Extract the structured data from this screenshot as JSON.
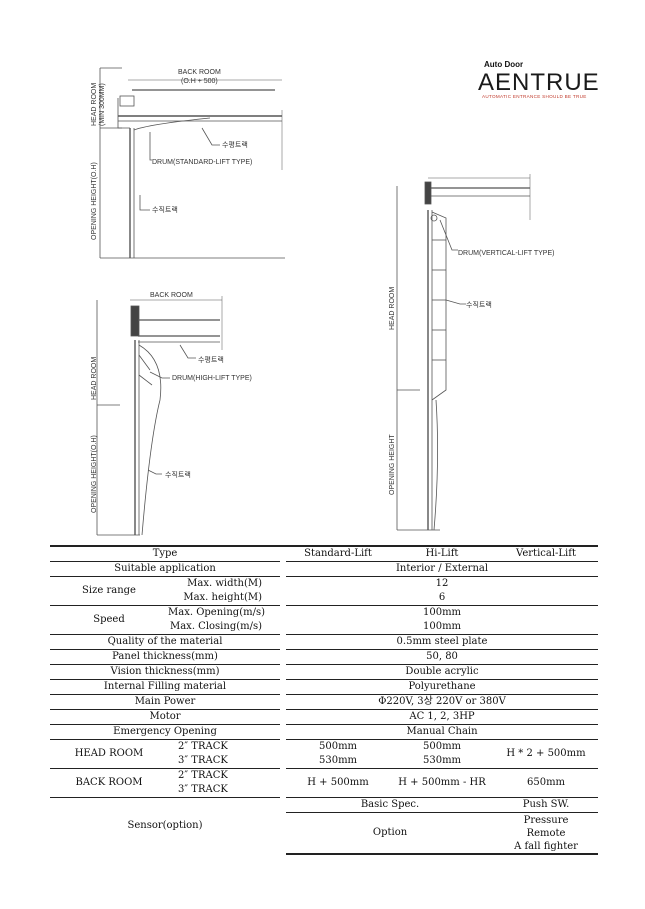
{
  "logo": {
    "tagline": "Auto Door",
    "brand": "AENTRUE",
    "slogan": "AUTOMATIC ENTRANCE SHOULD BE TRUE"
  },
  "drawing_standard": {
    "back_room": "BACK ROOM",
    "back_room_formula": "(O.H + 500)",
    "head_room": "HEAD ROOM",
    "head_room_min": "(MIN 300MM)",
    "horizontal_track": "수평트랙",
    "drum": "DRUM(STANDARD-LIFT TYPE)",
    "opening_height": "OPENING HEIGHT(O.H)",
    "vertical_track": "수직트랙"
  },
  "drawing_high": {
    "back_room": "BACK ROOM",
    "horizontal_track": "수평트랙",
    "drum": "DRUM(HIGH-LIFT TYPE)",
    "head_room": "HEAD ROOM",
    "opening_height": "OPENING HEIGHT(O.H)",
    "vertical_track": "수직트랙"
  },
  "drawing_vertical": {
    "drum": "DRUM(VERTICAL-LIFT TYPE)",
    "vertical_track": "수직트랙",
    "head_room": "HEAD ROOM",
    "opening_height": "OPENING HEIGHT"
  },
  "table": {
    "type_label": "Type",
    "types": [
      "Standard-Lift",
      "Hi-Lift",
      "Vertical-Lift"
    ],
    "suitable_label": "Suitable application",
    "suitable_value": "Interior / External",
    "size_label": "Size range",
    "max_width_label": "Max. width(M)",
    "max_width_value": "12",
    "max_height_label": "Max. height(M)",
    "max_height_value": "6",
    "speed_label": "Speed",
    "opening_label": "Max. Opening(m/s)",
    "opening_value": "100mm",
    "closing_label": "Max. Closing(m/s)",
    "closing_value": "100mm",
    "material_label": "Quality of the material",
    "material_value": "0.5mm steel plate",
    "panel_label": "Panel thickness(mm)",
    "panel_value": "50, 80",
    "vision_label": "Vision thickness(mm)",
    "vision_value": "Double acrylic",
    "filling_label": "Internal Filling material",
    "filling_value": "Polyurethane",
    "power_label": "Main Power",
    "power_value": "Φ220V, 3상 220V or 380V",
    "motor_label": "Motor",
    "motor_value": "AC 1, 2, 3HP",
    "emergency_label": "Emergency Opening",
    "emergency_value": "Manual Chain",
    "head_room_label": "HEAD ROOM",
    "track_2": "2″  TRACK",
    "track_3": "3″  TRACK",
    "head_std_2": "500mm",
    "head_std_3": "530mm",
    "head_hi_2": "500mm",
    "head_hi_3": "530mm",
    "head_vert": "H * 2 + 500mm",
    "back_room_label": "BACK ROOM",
    "back_std": "H + 500mm",
    "back_hi": "H + 500mm - HR",
    "back_vert": "650mm",
    "sensor_label": "Sensor(option)",
    "basic_spec": "Basic Spec.",
    "push_sw": "Push SW.",
    "option_label": "Option",
    "options": [
      "Pressure",
      "Remote",
      "A fall fighter"
    ]
  }
}
